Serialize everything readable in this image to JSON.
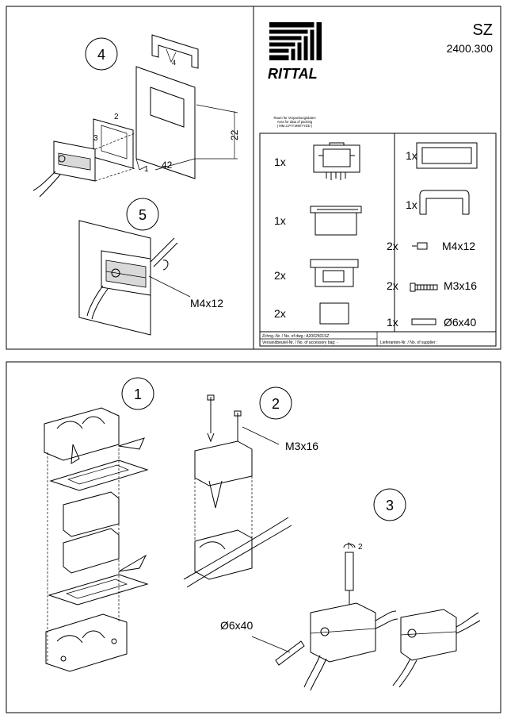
{
  "header": {
    "model": "SZ",
    "part_number": "2400.300",
    "brand": "RITTAL",
    "note_lines": [
      "Raum für Verpackungsdaten",
      "Area for data of packing",
      "( MM.JJ/YY.MM/YYDD )"
    ]
  },
  "parts": {
    "left": [
      {
        "qty": "1x"
      },
      {
        "qty": "1x"
      },
      {
        "qty": "2x"
      },
      {
        "qty": "2x"
      }
    ],
    "right": [
      {
        "qty": "1x",
        "label": ""
      },
      {
        "qty": "1x",
        "label": ""
      },
      {
        "qty": "2x",
        "label": "M4x12"
      },
      {
        "qty": "2x",
        "label": "M3x16"
      },
      {
        "qty": "1x",
        "label": "Ø6x40"
      }
    ]
  },
  "footer": {
    "drawing_no": "Zchng.-Nr. / No. of dwg.: A2002501SZ",
    "bag_no": "Versandbeutel-Nr. / No. of accessory bag: -",
    "supplier_no": "Lieferanten-Nr. / No. of supplier :"
  },
  "steps": {
    "s1": "1",
    "s2": "2",
    "s3": "3",
    "s4": "4",
    "s5": "5"
  },
  "callouts": {
    "screw_m4": "M4x12",
    "screw_m3": "M3x16",
    "pin": "Ø6x40",
    "dim_42": "42",
    "dim_22": "22",
    "mini_2": "2",
    "mini_3": "3",
    "mini_1": "1",
    "mini_4": "4",
    "mini_s3_2": "2"
  }
}
